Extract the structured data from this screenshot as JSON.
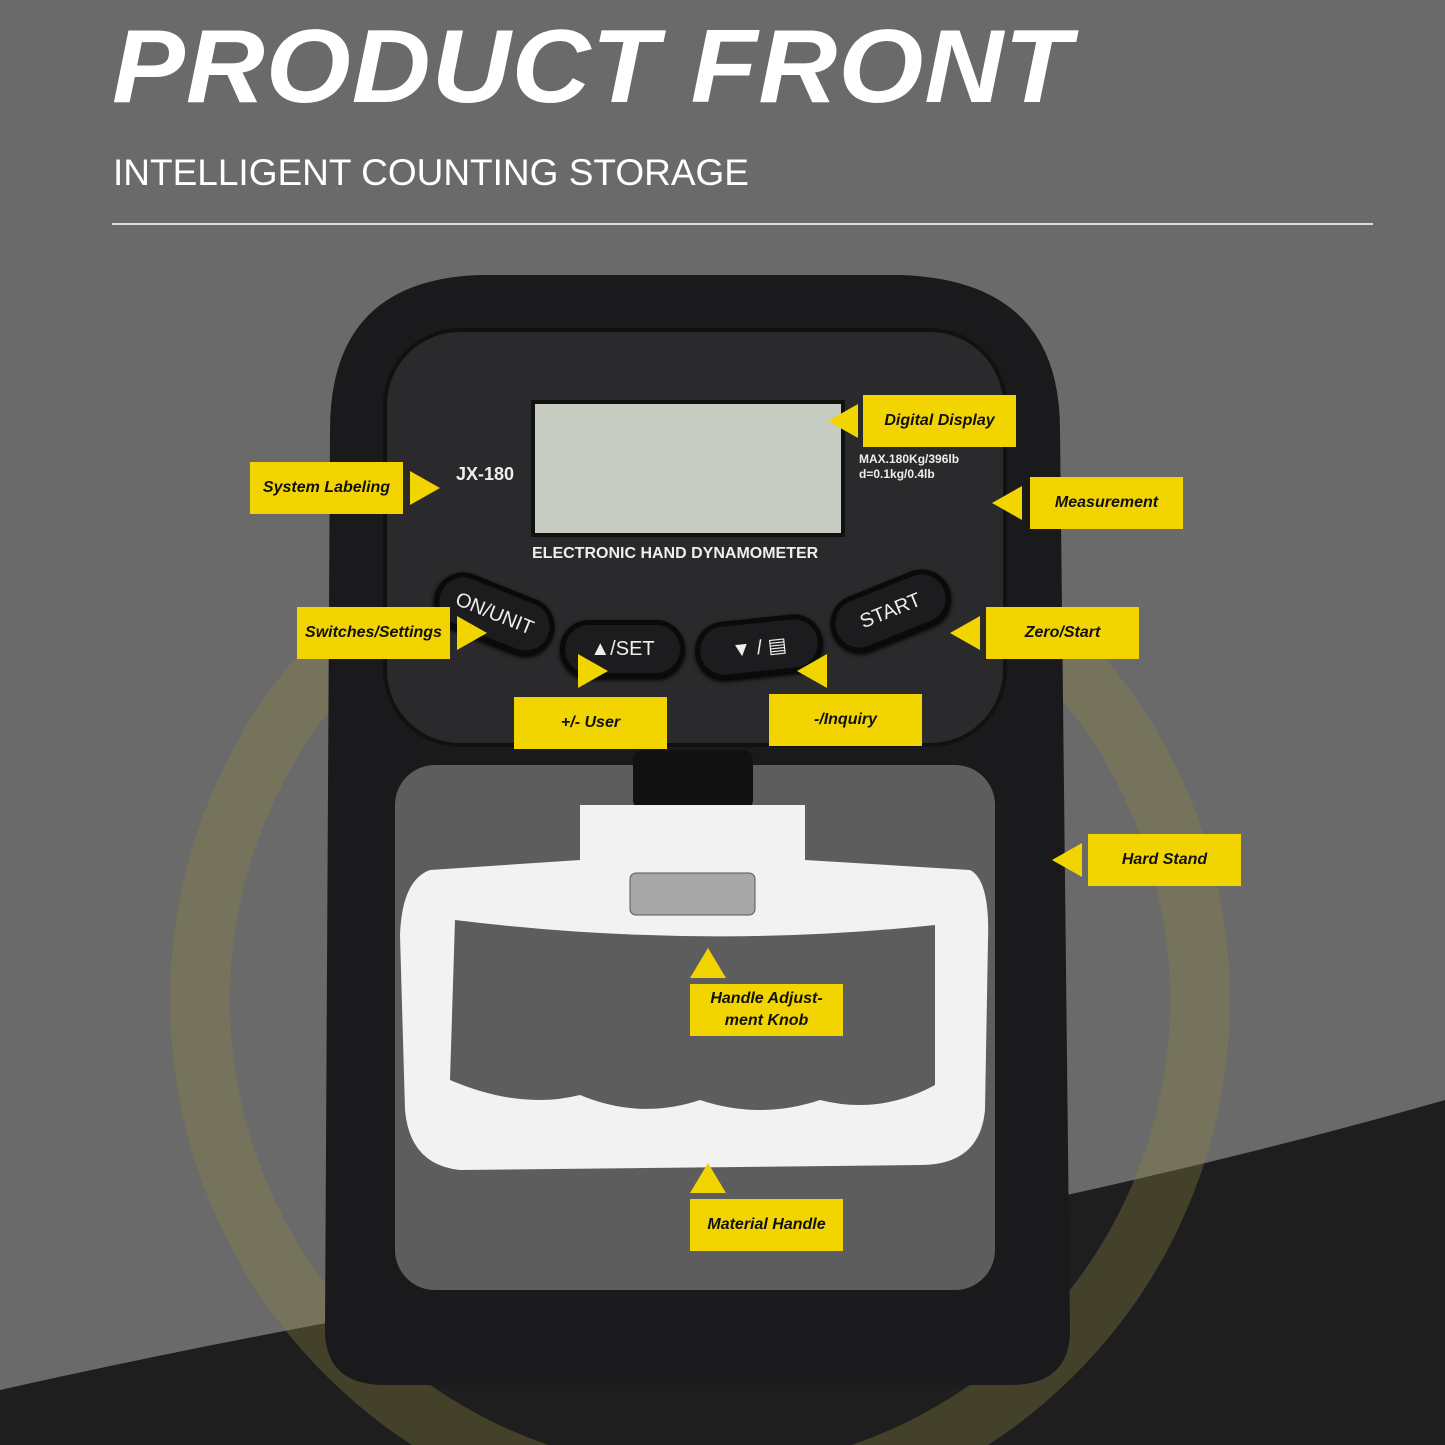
{
  "header": {
    "title": "PRODUCT FRONT",
    "subtitle": "INTELLIGENT COUNTING STORAGE"
  },
  "device": {
    "model": "JX-180",
    "spec_line1": "MAX.180Kg/396lb",
    "spec_line2": "d=0.1kg/0.4lb",
    "name": "ELECTRONIC HAND DYNAMOMETER",
    "buttons": {
      "on_unit": "ON/UNIT",
      "up_set": "▲/SET",
      "down_inquiry": "▼ / ▤",
      "start": "START"
    }
  },
  "callouts": {
    "digital_display": "Digital Display",
    "system_labeling": "System Labeling",
    "measurement": "Measurement",
    "switches_settings": "Switches/Settings",
    "zero_start": "Zero/Start",
    "plus_minus_user": "+/- User",
    "minus_inquiry": "-/Inquiry",
    "hard_stand": "Hard Stand",
    "handle_knob": "Handle Adjust-ment Knob",
    "material_handle": "Material Handle"
  },
  "colors": {
    "callout": "#f2d500",
    "background": "#6a6a6a",
    "device": "#1a1a1c"
  }
}
